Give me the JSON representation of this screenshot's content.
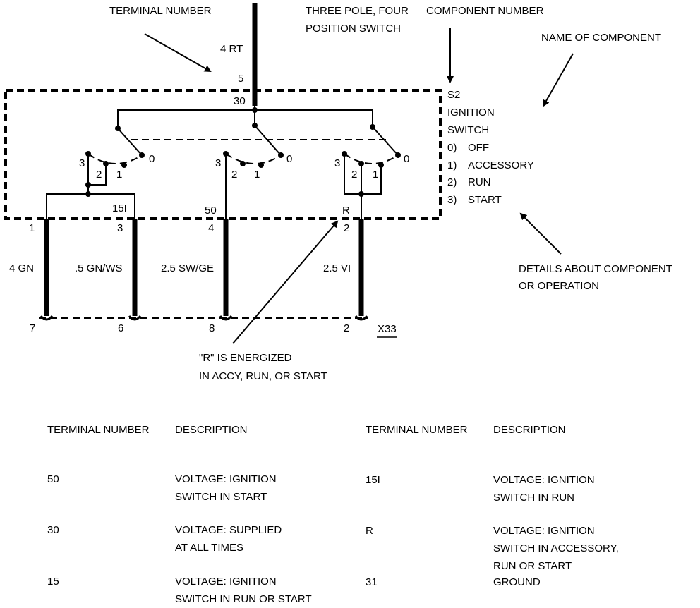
{
  "annotations": {
    "terminal_number": "TERMINAL NUMBER",
    "switch_type_line1": "THREE POLE, FOUR",
    "switch_type_line2": "POSITION SWITCH",
    "component_number": "COMPONENT NUMBER",
    "name_of_component": "NAME OF COMPONENT",
    "details_line1": "DETAILS ABOUT COMPONENT",
    "details_line2": "OR OPERATION",
    "energized_line1": "\"R\" IS ENERGIZED",
    "energized_line2": "IN ACCY, RUN, OR START"
  },
  "component": {
    "id": "S2",
    "name_line1": "IGNITION",
    "name_line2": "SWITCH",
    "positions": [
      {
        "num": "0)",
        "label": "OFF"
      },
      {
        "num": "1)",
        "label": "ACCESSORY"
      },
      {
        "num": "2)",
        "label": "RUN"
      },
      {
        "num": "3)",
        "label": "START"
      }
    ]
  },
  "input_wire": {
    "gauge_color": "4 RT",
    "pin": "5",
    "terminal": "30"
  },
  "contacts": {
    "pole1": {
      "c3": "3",
      "c2": "2",
      "c1": "1",
      "c0": "0"
    },
    "pole2": {
      "c3": "3",
      "c2": "2",
      "c1": "1",
      "c0": "0"
    },
    "pole3": {
      "c3": "3",
      "c2": "2",
      "c1": "1",
      "c0": "0"
    }
  },
  "output_terminals": [
    "15I",
    "50",
    "R"
  ],
  "wires": [
    {
      "pin_top": "1",
      "label": "4 GN",
      "pin_bottom": "7"
    },
    {
      "pin_top": "3",
      "label": ".5 GN/WS",
      "pin_bottom": "6"
    },
    {
      "pin_top": "4",
      "label": "2.5 SW/GE",
      "pin_bottom": "8"
    },
    {
      "pin_top": "2",
      "label": "2.5 VI",
      "pin_bottom": "2"
    }
  ],
  "connector": "X33",
  "table": {
    "headers": [
      "TERMINAL NUMBER",
      "DESCRIPTION",
      "TERMINAL NUMBER",
      "DESCRIPTION"
    ],
    "left_rows": [
      {
        "terminal": "50",
        "line1": "VOLTAGE:  IGNITION",
        "line2": "SWITCH IN START"
      },
      {
        "terminal": "30",
        "line1": "VOLTAGE:  SUPPLIED",
        "line2": "AT ALL TIMES"
      },
      {
        "terminal": "15",
        "line1": "VOLTAGE:  IGNITION",
        "line2": "SWITCH IN RUN OR START"
      }
    ],
    "right_rows": [
      {
        "terminal": "15I",
        "line1": "VOLTAGE:  IGNITION",
        "line2": "SWITCH IN RUN",
        "line3": ""
      },
      {
        "terminal": "R",
        "line1": "VOLTAGE:  IGNITION",
        "line2": "SWITCH IN ACCESSORY,",
        "line3": "RUN OR START"
      },
      {
        "terminal": "31",
        "line1": "GROUND",
        "line2": "",
        "line3": ""
      }
    ]
  }
}
